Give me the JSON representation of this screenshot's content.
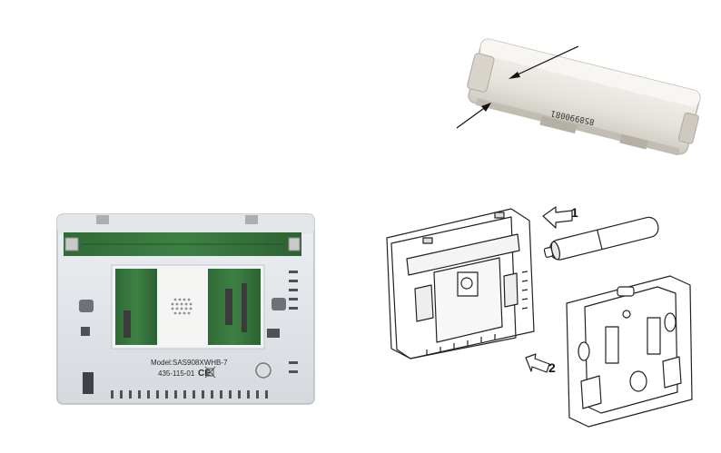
{
  "photo_thermostat_back": {
    "model_label": "Model:SAS908XWHB-7",
    "part_number": "435-115-01",
    "ce_mark": "CE"
  },
  "photo_battery_holder": {
    "serial_text": "858990081"
  },
  "diagram": {
    "step1_label": "1",
    "step2_label": "2"
  }
}
